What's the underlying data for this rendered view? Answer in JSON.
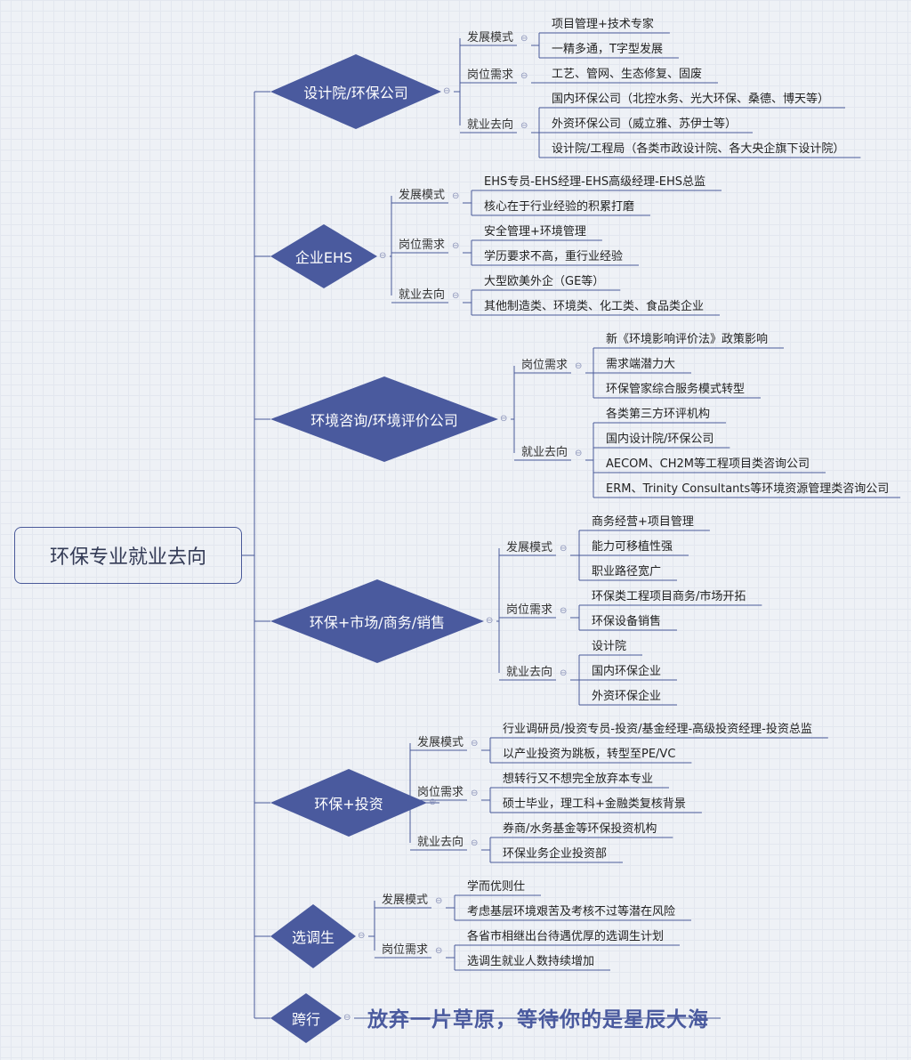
{
  "root": {
    "label": "环保专业就业去向"
  },
  "colors": {
    "diamond": "#4a5a9e",
    "line": "#4a5a99"
  },
  "branches": [
    {
      "label": "设计院/环保公司",
      "groups": [
        {
          "label": "发展模式",
          "items": [
            "项目管理+技术专家",
            "一精多通，T字型发展"
          ]
        },
        {
          "label": "岗位需求",
          "items": [
            "工艺、管网、生态修复、固废"
          ]
        },
        {
          "label": "就业去向",
          "items": [
            "国内环保公司（北控水务、光大环保、桑德、博天等）",
            "外资环保公司（威立雅、苏伊士等）",
            "设计院/工程局（各类市政设计院、各大央企旗下设计院）"
          ]
        }
      ]
    },
    {
      "label": "企业EHS",
      "groups": [
        {
          "label": "发展模式",
          "items": [
            "EHS专员-EHS经理-EHS高级经理-EHS总监",
            "核心在于行业经验的积累打磨"
          ]
        },
        {
          "label": "岗位需求",
          "items": [
            "安全管理+环境管理",
            "学历要求不高，重行业经验"
          ]
        },
        {
          "label": "就业去向",
          "items": [
            "大型欧美外企（GE等）",
            "其他制造类、环境类、化工类、食品类企业"
          ]
        }
      ]
    },
    {
      "label": "环境咨询/环境评价公司",
      "groups": [
        {
          "label": "岗位需求",
          "items": [
            "新《环境影响评价法》政策影响",
            "需求端潜力大",
            "环保管家综合服务模式转型"
          ]
        },
        {
          "label": "就业去向",
          "items": [
            "各类第三方环评机构",
            "国内设计院/环保公司",
            "AECOM、CH2M等工程项目类咨询公司",
            "ERM、Trinity Consultants等环境资源管理类咨询公司"
          ]
        }
      ]
    },
    {
      "label": "环保+市场/商务/销售",
      "groups": [
        {
          "label": "发展模式",
          "items": [
            "商务经营+项目管理",
            "能力可移植性强",
            "职业路径宽广"
          ]
        },
        {
          "label": "岗位需求",
          "items": [
            "环保类工程项目商务/市场开拓",
            "环保设备销售"
          ]
        },
        {
          "label": "就业去向",
          "items": [
            "设计院",
            "国内环保企业",
            "外资环保企业"
          ]
        }
      ]
    },
    {
      "label": "环保+投资",
      "groups": [
        {
          "label": "发展模式",
          "items": [
            "行业调研员/投资专员-投资/基金经理-高级投资经理-投资总监",
            "以产业投资为跳板，转型至PE/VC"
          ]
        },
        {
          "label": "岗位需求",
          "items": [
            "想转行又不想完全放弃本专业",
            "硕士毕业，理工科+金融类复核背景"
          ]
        },
        {
          "label": "就业去向",
          "items": [
            "券商/水务基金等环保投资机构",
            "环保业务企业投资部"
          ]
        }
      ]
    },
    {
      "label": "选调生",
      "groups": [
        {
          "label": "发展模式",
          "items": [
            "学而优则仕",
            "考虑基层环境艰苦及考核不过等潜在风险"
          ]
        },
        {
          "label": "岗位需求",
          "items": [
            "各省市相继出台待遇优厚的选调生计划",
            "选调生就业人数持续增加"
          ]
        }
      ]
    },
    {
      "label": "跨行",
      "slogan": "放弃一片草原，等待你的是星辰大海"
    }
  ]
}
